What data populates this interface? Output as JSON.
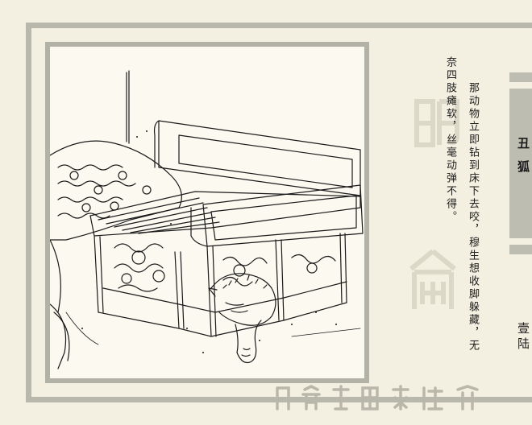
{
  "story": {
    "col1": "那动物立即钻到床下去咬，穆生想收脚躲藏，无",
    "col2": "奈四肢瘫软，丝毫动弹不得。"
  },
  "chapter_title": "丑狐",
  "page_number": "壹陆",
  "colors": {
    "background": "#f4f0e1",
    "frame": "#b3b2a6",
    "tab": "#bdbdb1",
    "ink": "#1e1e1e",
    "seal_watermark": "#dedacb"
  }
}
